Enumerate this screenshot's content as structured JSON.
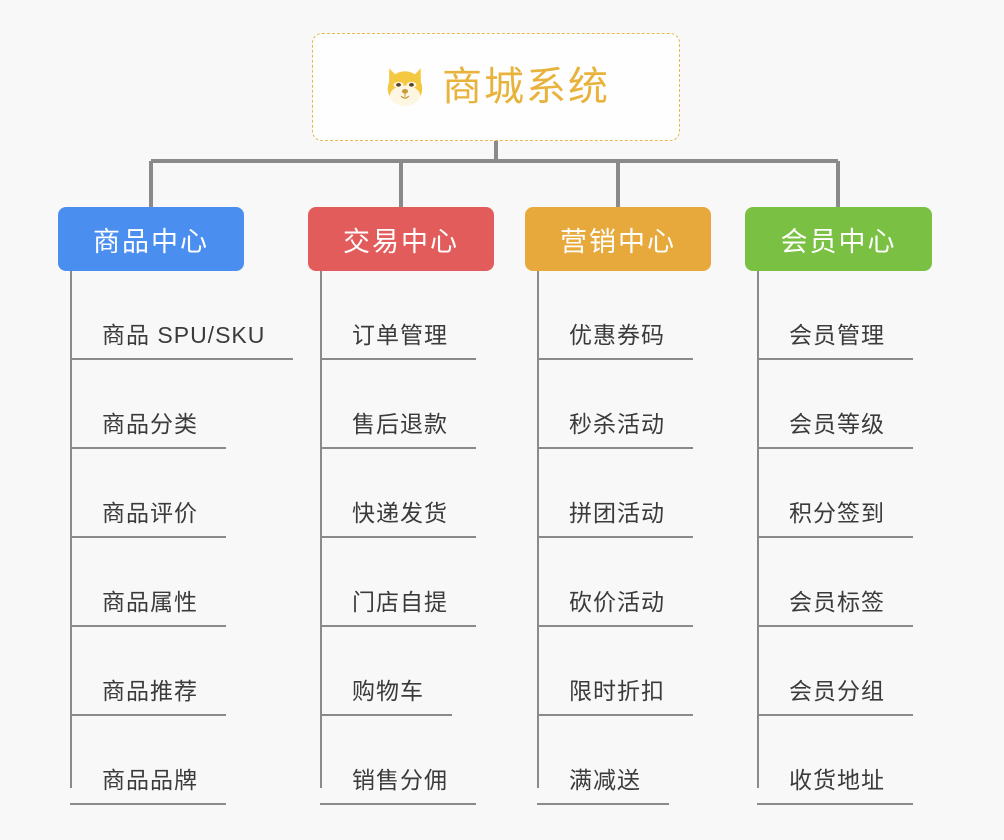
{
  "root": {
    "title": "商城系统",
    "icon": "shiba-inu-dog-face-emoji",
    "border_color": "#e7b84e",
    "title_color": "#e8b33c"
  },
  "connector_color": "#8a8a8a",
  "background_color": "#f8f8f8",
  "columns": [
    {
      "label": "商品中心",
      "color": "#4a8ef0",
      "items": [
        "商品 SPU/SKU",
        "商品分类",
        "商品评价",
        "商品属性",
        "商品推荐",
        "商品品牌"
      ]
    },
    {
      "label": "交易中心",
      "color": "#e25c5c",
      "items": [
        "订单管理",
        "售后退款",
        "快递发货",
        "门店自提",
        "购物车",
        "销售分佣"
      ]
    },
    {
      "label": "营销中心",
      "color": "#e8a93c",
      "items": [
        "优惠券码",
        "秒杀活动",
        "拼团活动",
        "砍价活动",
        "限时折扣",
        "满减送"
      ]
    },
    {
      "label": "会员中心",
      "color": "#7ac143",
      "items": [
        "会员管理",
        "会员等级",
        "积分签到",
        "会员标签",
        "会员分组",
        "收货地址"
      ]
    }
  ]
}
